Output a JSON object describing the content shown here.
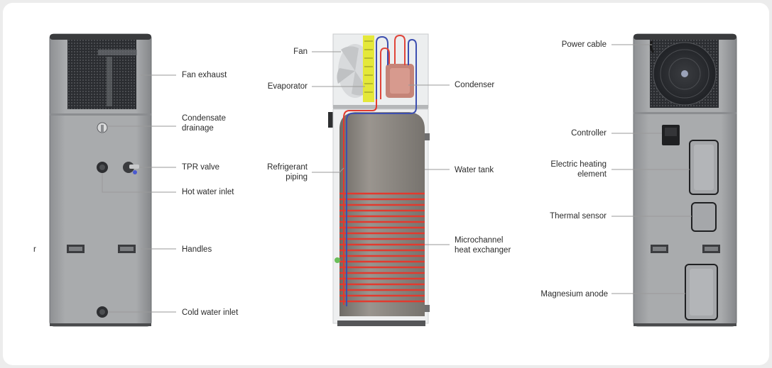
{
  "colors": {
    "unit_body": "#a4a6a8",
    "unit_shadow": "#7e8083",
    "grille": "#2a2c30",
    "tank": "#8f8b85",
    "coil": "#e23a2e",
    "pipe_blue": "#3d4fb0",
    "leader_line": "#9a9a9a"
  },
  "labels": {
    "cut_off": "r",
    "fan_exhaust": "Fan exhaust",
    "condensate_drainage": "Condensate\ndrainage",
    "tpr_valve": "TPR valve",
    "hot_water_inlet": "Hot water inlet",
    "handles": "Handles",
    "cold_water_inlet": "Cold water inlet",
    "fan": "Fan",
    "evaporator": "Evaporator",
    "refrigerant_piping": "Refrigerant\npiping",
    "condenser": "Condenser",
    "water_tank": "Water tank",
    "microchannel_heat_exchanger": "Microchannel\nheat exchanger",
    "power_cable": "Power cable",
    "controller": "Controller",
    "electric_heating_element": "Electric heating\nelement",
    "thermal_sensor": "Thermal sensor",
    "magnesium_anode": "Magnesium anode"
  },
  "icons": [
    "fan-grille-icon",
    "valve-icon",
    "coil-icon"
  ]
}
